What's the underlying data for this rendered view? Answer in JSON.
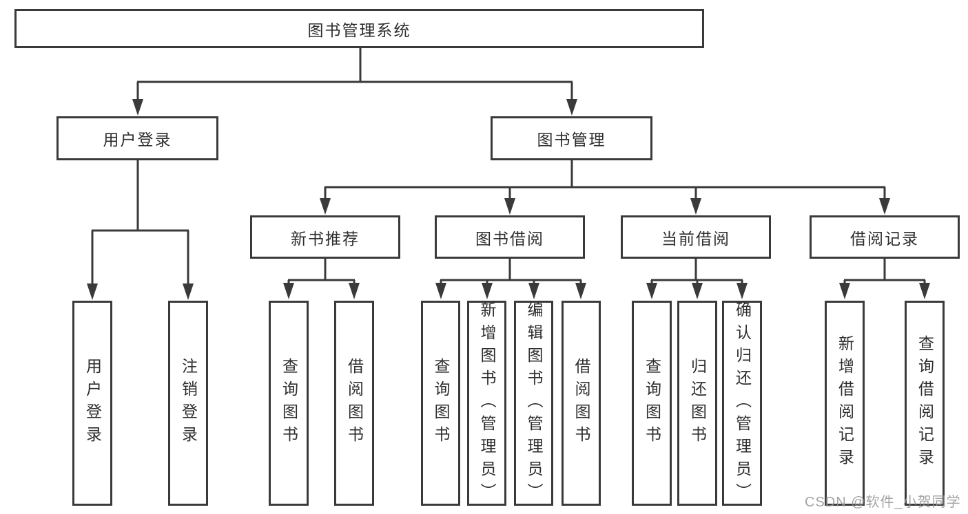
{
  "diagram_title": "图书管理系统",
  "root": {
    "label": "图书管理系统"
  },
  "level2": [
    {
      "label": "用户登录"
    },
    {
      "label": "图书管理"
    }
  ],
  "level3": [
    {
      "label": "新书推荐"
    },
    {
      "label": "图书借阅"
    },
    {
      "label": "当前借阅"
    },
    {
      "label": "借阅记录"
    }
  ],
  "leaves": [
    {
      "label": "用户登录"
    },
    {
      "label": "注销登录"
    },
    {
      "label": "查询图书"
    },
    {
      "label": "借阅图书"
    },
    {
      "label": "查询图书"
    },
    {
      "label": "新增图书（管理员）"
    },
    {
      "label": "编辑图书（管理员）"
    },
    {
      "label": "借阅图书"
    },
    {
      "label": "查询图书"
    },
    {
      "label": "归还图书"
    },
    {
      "label": "确认归还（管理员）"
    },
    {
      "label": "新增借阅记录"
    },
    {
      "label": "查询借阅记录"
    }
  ],
  "hierarchy": {
    "图书管理系统": [
      "用户登录",
      "图书管理"
    ],
    "用户登录": [
      "用户登录",
      "注销登录"
    ],
    "图书管理": [
      "新书推荐",
      "图书借阅",
      "当前借阅",
      "借阅记录"
    ],
    "新书推荐": [
      "查询图书",
      "借阅图书"
    ],
    "图书借阅": [
      "查询图书",
      "新增图书（管理员）",
      "编辑图书（管理员）",
      "借阅图书"
    ],
    "当前借阅": [
      "查询图书",
      "归还图书",
      "确认归还（管理员）"
    ],
    "借阅记录": [
      "新增借阅记录",
      "查询借阅记录"
    ]
  },
  "watermark": {
    "text": "CSDN @软件_小贺同学",
    "color": "#9a9a9a"
  },
  "colors": {
    "line": "#3a3a3a",
    "box_border": "#3a3a3a",
    "text": "#2d2d2d",
    "background": "#ffffff"
  }
}
